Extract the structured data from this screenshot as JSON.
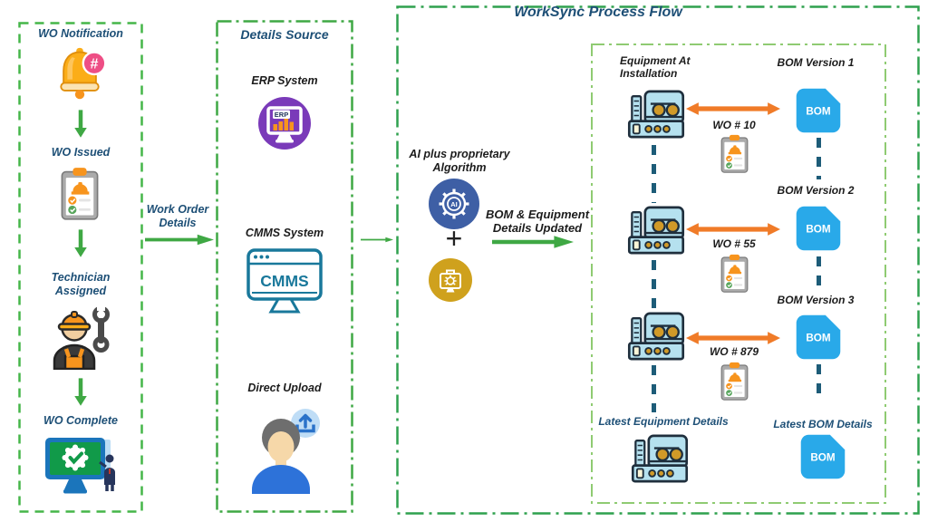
{
  "title": "WorkSync Process Flow",
  "left_panel": {
    "steps": [
      {
        "label": "WO Notification"
      },
      {
        "label": "WO Issued"
      },
      {
        "label": "Technician\nAssigned"
      },
      {
        "label": "WO Complete"
      }
    ]
  },
  "connector": {
    "label": "Work Order\nDetails"
  },
  "details_source": {
    "title": "Details Source",
    "items": [
      {
        "label": "ERP System",
        "icon_text": "ERP"
      },
      {
        "label": "CMMS System",
        "icon_text": "CMMS"
      },
      {
        "label": "Direct Upload"
      }
    ]
  },
  "ai_block": {
    "label": "AI plus proprietary\nAlgorithm",
    "icon_text": "AI",
    "plus": "+",
    "output_label": "BOM & Equipment\nDetails Updated"
  },
  "process": {
    "equipment_label": "Equipment At\nInstallation",
    "rows": [
      {
        "bom_label": "BOM Version 1",
        "wo_label": "WO # 10"
      },
      {
        "bom_label": "BOM Version 2",
        "wo_label": "WO # 55"
      },
      {
        "bom_label": "BOM Version 3",
        "wo_label": "WO # 879"
      }
    ],
    "latest_equipment_label": "Latest Equipment Details",
    "latest_bom_label": "Latest BOM Details",
    "bom_text": "BOM"
  },
  "colors": {
    "arrow_green": "#3FA844",
    "navy_text": "#1D4F76",
    "orange_arrow": "#F07B28",
    "teal_connector": "#1D5C78",
    "bom_blue": "#29A9E9",
    "erp_purple": "#7A3AB9",
    "cmms_teal": "#19789B",
    "ai_blue": "#3E5FA5",
    "gold": "#CFA11D"
  }
}
